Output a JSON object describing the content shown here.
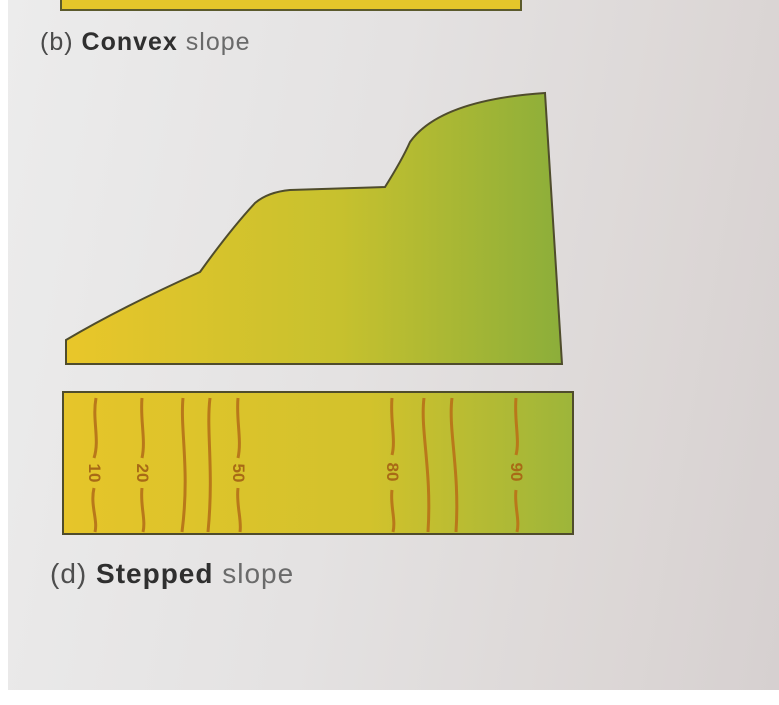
{
  "caption_b": {
    "prefix": "(b)",
    "bold": "Convex",
    "suffix": "slope"
  },
  "caption_d": {
    "prefix": "(d)",
    "bold": "Stepped",
    "suffix": "slope"
  },
  "contour_labels": [
    "10",
    "20",
    "50",
    "80",
    "90"
  ],
  "colors": {
    "fill_light": "#e4c62a",
    "fill_dark": "#8fb13a",
    "contour": "#b9781a",
    "outline": "#4f4c2c"
  }
}
